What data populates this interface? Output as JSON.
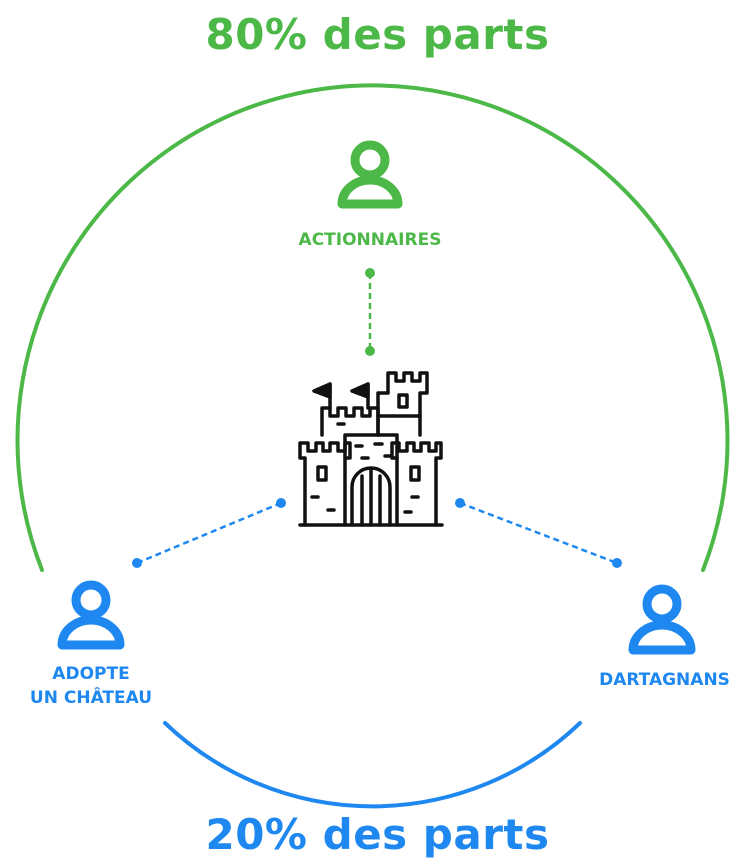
{
  "diagram": {
    "top_share": "80% des parts",
    "bottom_share": "20% des parts",
    "nodes": {
      "actionnaires": {
        "label": "ACTIONNAIRES",
        "icon": "person-icon"
      },
      "adopte": {
        "label_line1": "ADOPTE",
        "label_line2": "UN CHÂTEAU",
        "icon": "person-icon"
      },
      "dartagnans": {
        "label": "DARTAGNANS",
        "icon": "person-icon"
      },
      "center": {
        "icon": "castle-icon"
      }
    },
    "colors": {
      "green": "#4cb848",
      "blue": "#1e88f0",
      "ink": "#111111"
    }
  }
}
